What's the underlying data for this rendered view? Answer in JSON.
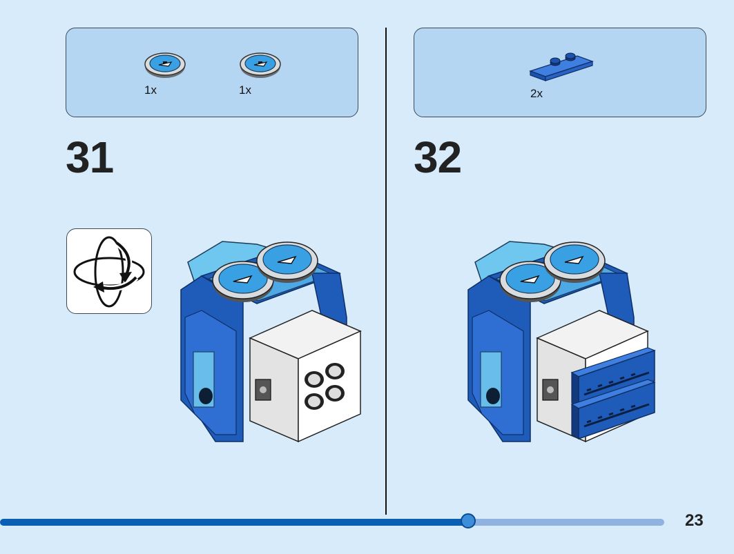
{
  "steps": [
    {
      "number": "31",
      "parts": [
        {
          "icon": "eye-tile-icon",
          "qty": "1x"
        },
        {
          "icon": "eye-tile-icon",
          "qty": "1x"
        }
      ],
      "has_rotate_callout": true,
      "rotate_icon": "rotate-model-icon"
    },
    {
      "number": "32",
      "parts": [
        {
          "icon": "blue-plate-1x3-jumper-icon",
          "qty": "2x"
        }
      ]
    }
  ],
  "page": {
    "number": "23",
    "progress": 0.705
  },
  "colors": {
    "background": "#d8ebfa",
    "parts_box": "#b5d6f3",
    "brick_blue": "#1f5bb8",
    "trans_light_blue": "#6fc6ee",
    "progress_fill": "#0a5fb5",
    "progress_track": "#8fb2e0"
  }
}
